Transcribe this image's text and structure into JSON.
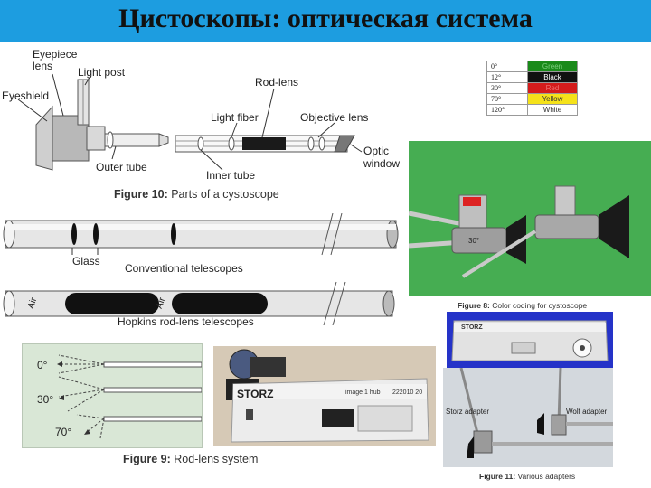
{
  "slide": {
    "title": "Цистоскопы: оптическая система",
    "banner_color": "#1d9de0"
  },
  "fig10": {
    "labels": {
      "eyepiece": "Eyepiece\nlens",
      "light_post": "Light post",
      "eyeshield": "Eyeshield",
      "rod_lens": "Rod-lens",
      "light_fiber": "Light fiber",
      "objective_lens": "Objective lens",
      "optic_window": "Optic\nwindow",
      "outer_tube": "Outer tube",
      "inner_tube": "Inner tube"
    },
    "caption_bold": "Figure 10:",
    "caption_text": " Parts of a cystoscope"
  },
  "telescopes": {
    "glass": "Glass",
    "conventional": "Conventional telescopes",
    "air1": "Air",
    "air2": "Air",
    "hopkins": "Hopkins rod-lens telescopes"
  },
  "color_table": [
    {
      "deg": "0°",
      "color": "Green",
      "bg": "#1a8a1a",
      "fg": "#7fd07f"
    },
    {
      "deg": "12°",
      "color": "Black",
      "bg": "#111111",
      "fg": "#ffffff"
    },
    {
      "deg": "30°",
      "color": "Red",
      "bg": "#d41c1c",
      "fg": "#f07070"
    },
    {
      "deg": "70°",
      "color": "Yellow",
      "bg": "#f5e21a",
      "fg": "#333333"
    },
    {
      "deg": "120°",
      "color": "White",
      "bg": "#ffffff",
      "fg": "#333333"
    }
  ],
  "fig8": {
    "caption_bold": "Figure 8:",
    "caption_text": " Color coding for cystoscope",
    "scope_label": "30°"
  },
  "fig9": {
    "angles": [
      "0°",
      "30°",
      "70°"
    ],
    "caption_bold": "Figure 9:",
    "caption_text": " Rod-lens system"
  },
  "storz_box": {
    "brand": "STORZ",
    "model": "image 1 hub",
    "code": "222010 20",
    "brand2": "STORZ"
  },
  "fig11": {
    "storz_adapter": "Storz adapter",
    "wolf_adapter": "Wolf adapter",
    "caption_bold": "Figure 11:",
    "caption_text": " Various adapters"
  }
}
